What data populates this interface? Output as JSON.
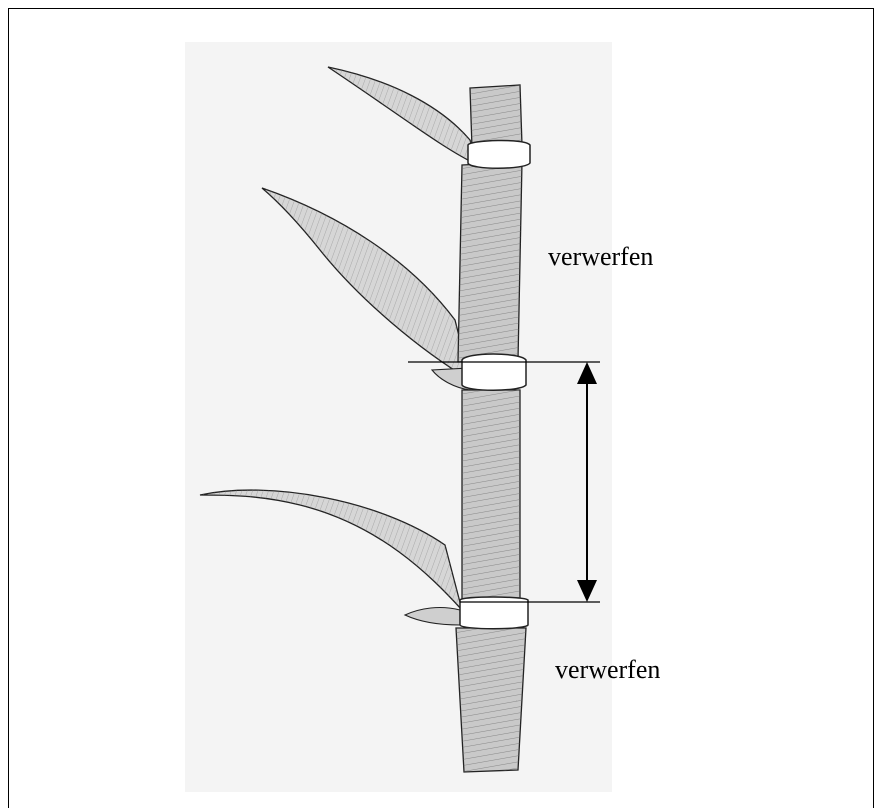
{
  "labels": {
    "upper": "verwerfen",
    "lower": "verwerfen"
  },
  "colors": {
    "line": "#000000",
    "panel": "#f4f4f4",
    "stem_fill": "#c9c9c9",
    "leaf_fill": "#d6d6d6",
    "node_fill": "#ffffff"
  },
  "icons": {
    "measure": "double-headed-arrow"
  }
}
